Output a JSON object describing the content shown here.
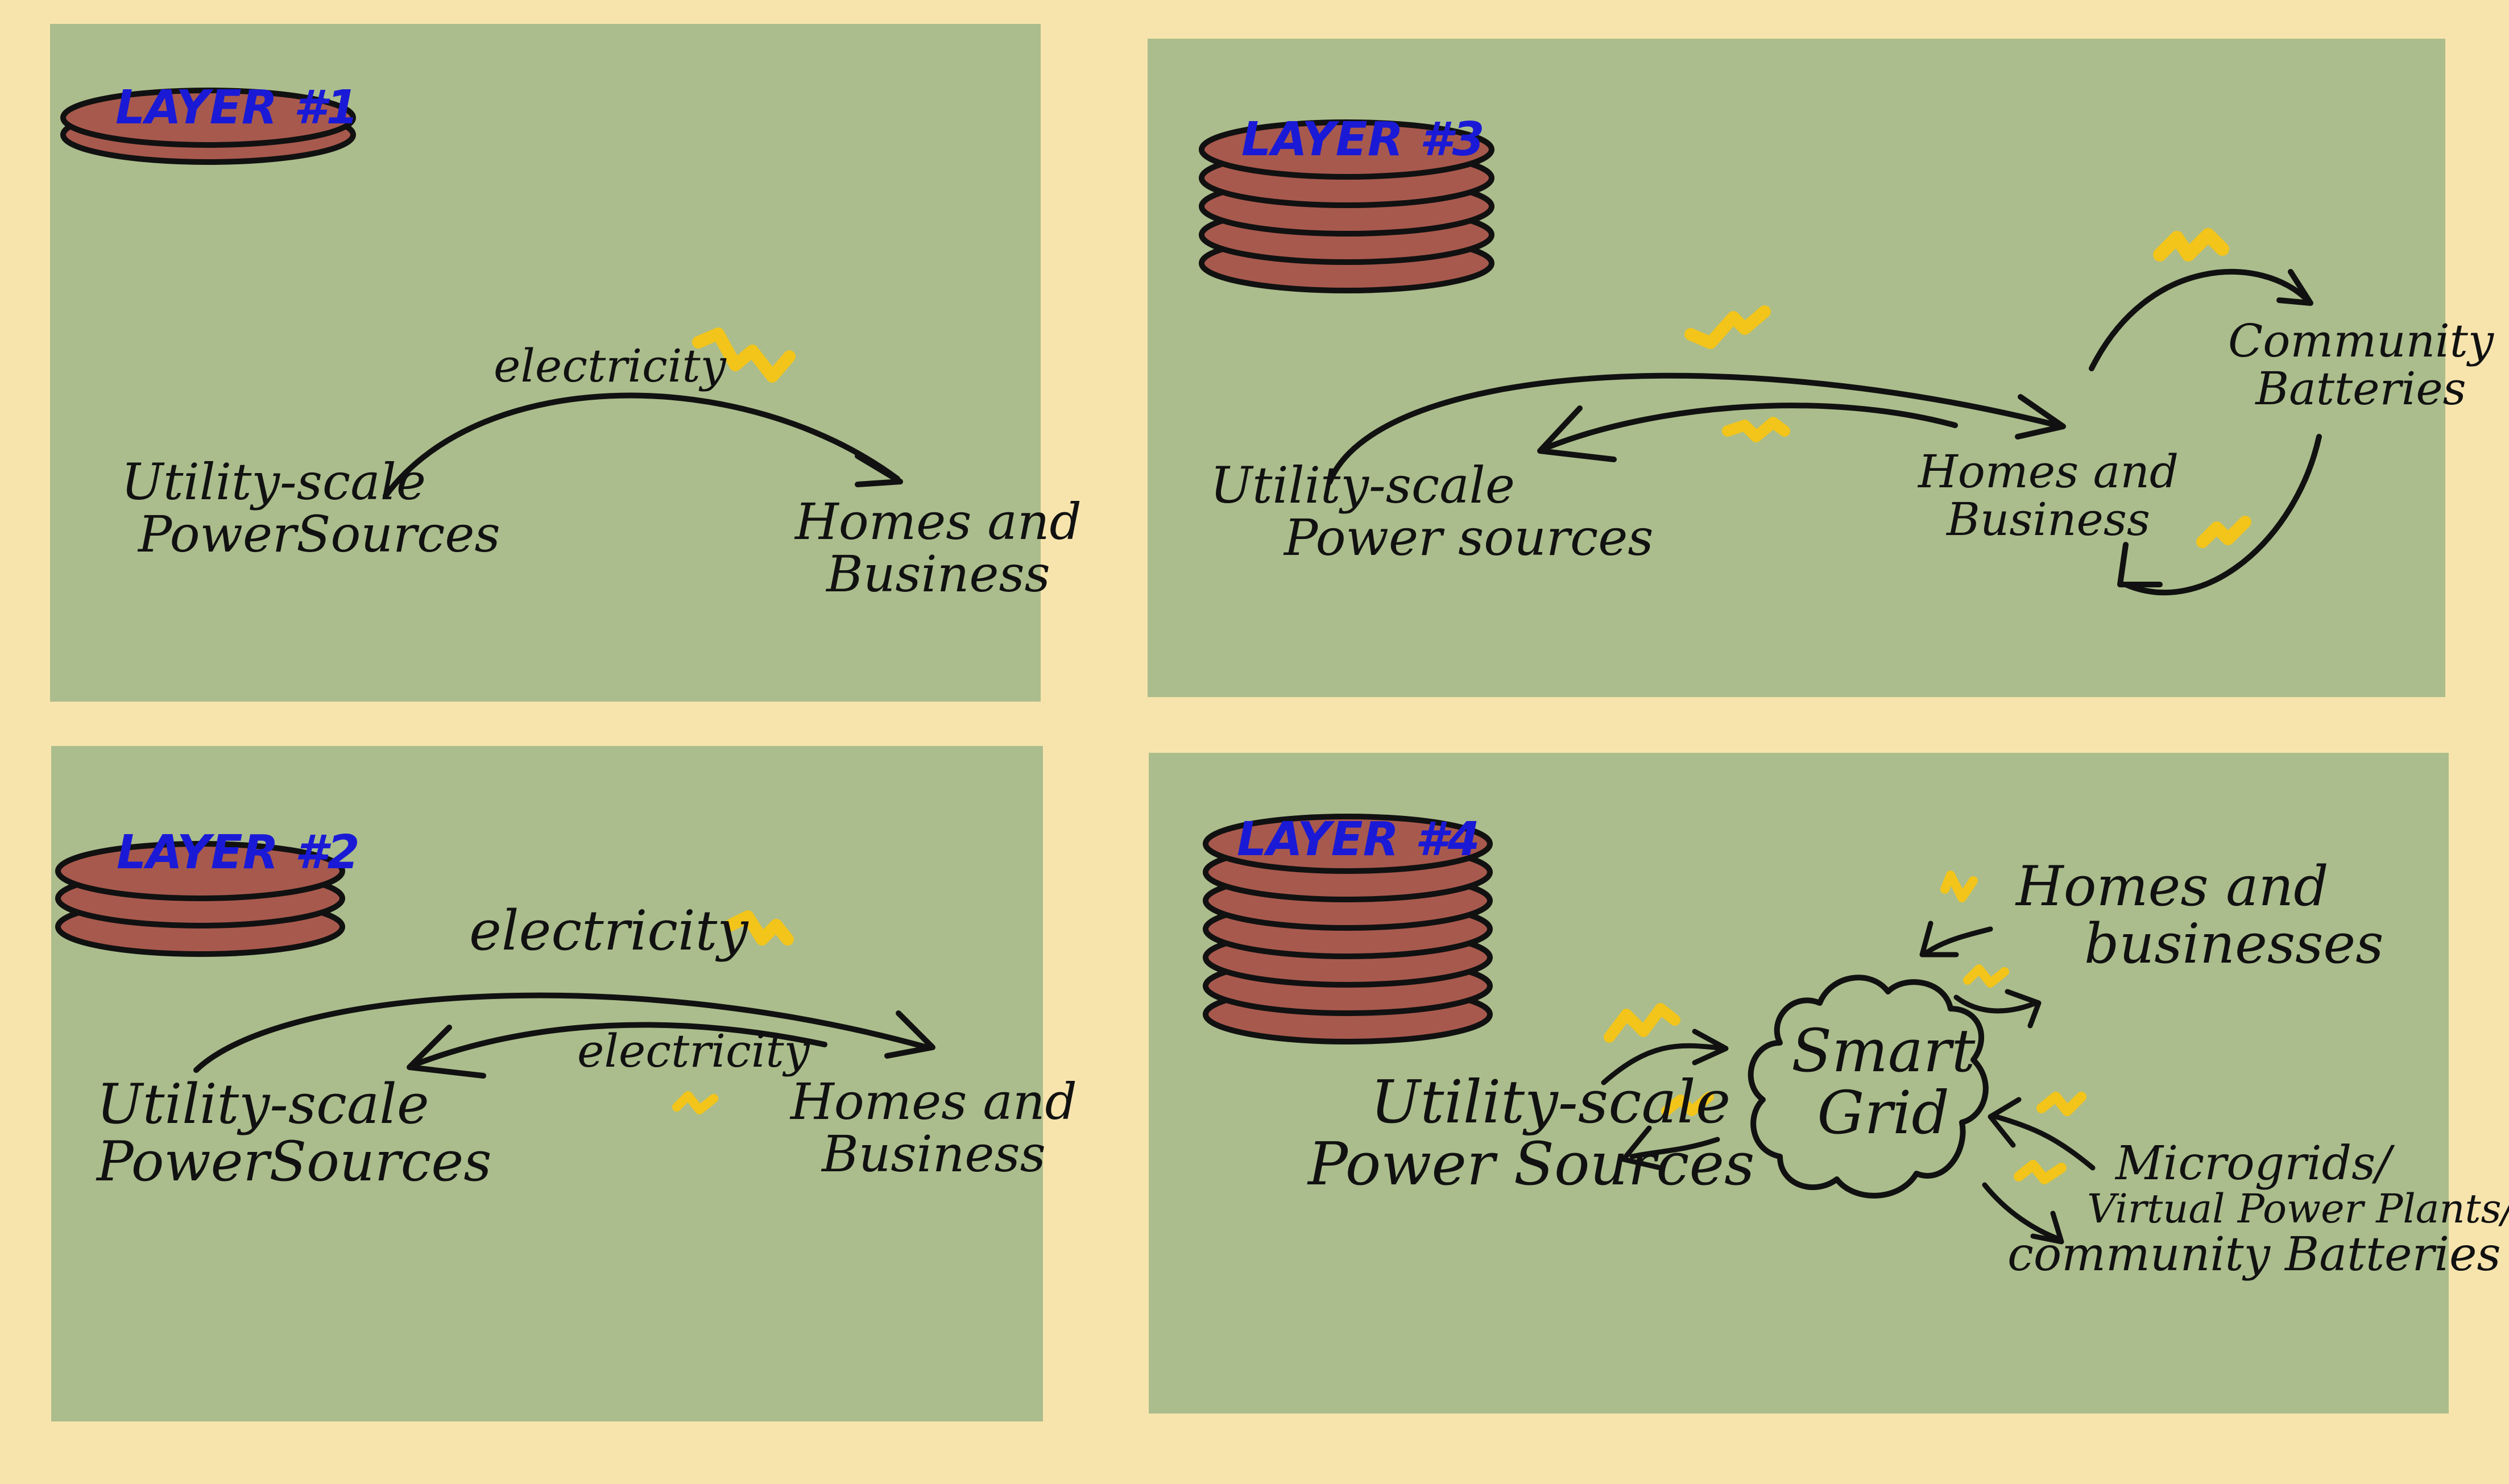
{
  "colors": {
    "background": "#f7e4ad",
    "panel": "#abbd8c",
    "disc": "#a8594d",
    "disc_outline": "#111111",
    "layer_text": "#1a1ad6",
    "spark": "#f3c41a",
    "ink": "#111111"
  },
  "panels": {
    "layer1": {
      "title": "LAYER #1",
      "source": [
        "Utility-scale",
        "PowerSources"
      ],
      "dest": [
        "Homes and",
        "Business"
      ],
      "arrow_label": "electricity"
    },
    "layer2": {
      "title": "LAYER #2",
      "source": [
        "Utility-scale",
        "PowerSources"
      ],
      "dest": [
        "Homes and",
        "Business"
      ],
      "arrow_label_top": "electricity",
      "arrow_label_back": "electricity"
    },
    "layer3": {
      "title": "LAYER #3",
      "source": [
        "Utility-scale",
        "Power sources"
      ],
      "dest": [
        "Homes and",
        "Business"
      ],
      "batteries": [
        "Community",
        "Batteries"
      ]
    },
    "layer4": {
      "title": "LAYER #4",
      "source": [
        "Utility-scale",
        "Power Sources"
      ],
      "hub": [
        "Smart",
        "Grid"
      ],
      "homes": [
        "Homes and",
        "businesses"
      ],
      "micro": [
        "Microgrids/",
        "Virtual Power Plants/",
        "community Batteries"
      ]
    }
  }
}
